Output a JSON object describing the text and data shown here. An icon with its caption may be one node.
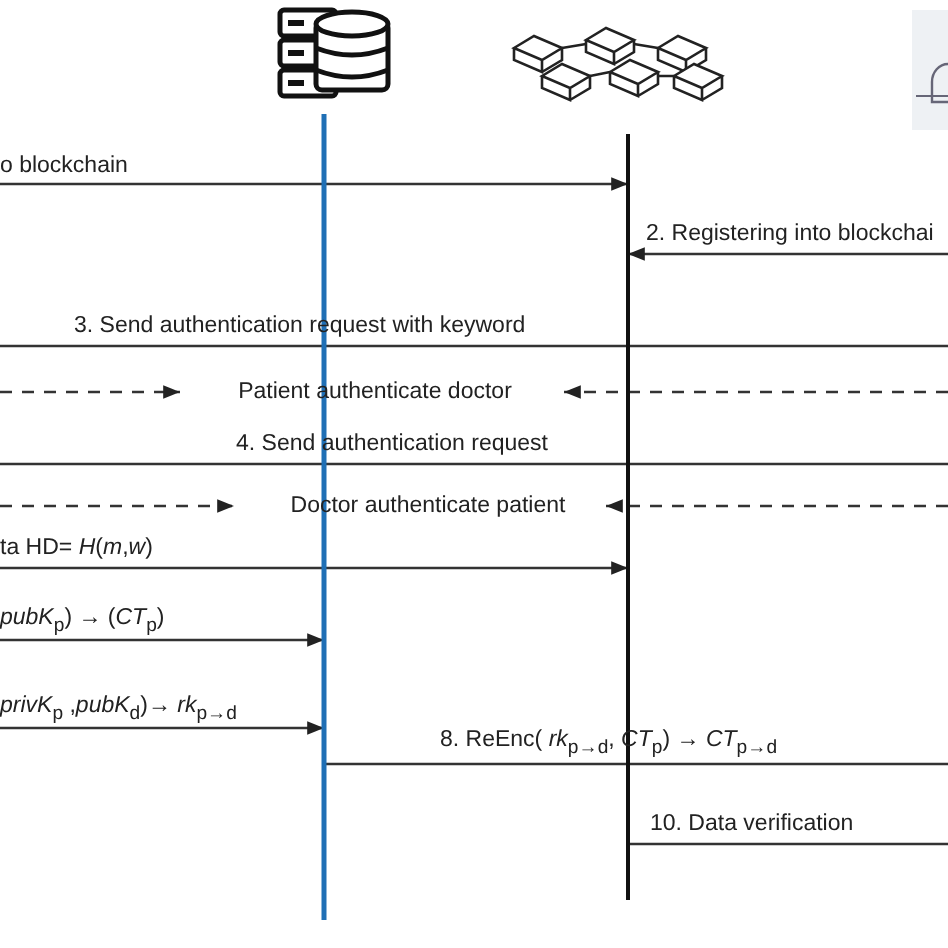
{
  "diagram": {
    "nodes": [
      {
        "text": [],
        "shape": "cylinder"
      },
      {
        "text": [],
        "shape": "box"
      },
      {
        "text": [],
        "shape": "box"
      },
      {
        "text": [
          "Patient authenticate doctor"
        ]
      },
      {
        "text": [
          "Doctor authenticate patient"
        ]
      }
    ],
    "edges": [
      {
        "from": null,
        "to": 1,
        "arrow": "to",
        "label": "o blockchain"
      },
      {
        "from": null,
        "to": 1,
        "arrow": "to",
        "label": "2. Registering into blockchai"
      },
      {
        "from": null,
        "to": 3,
        "arrow": "to",
        "style": "dashed"
      },
      {
        "from": null,
        "to": 3,
        "arrow": "to",
        "style": "dashed"
      },
      {
        "from": null,
        "to": 4,
        "arrow": "to",
        "style": "dashed"
      },
      {
        "from": null,
        "to": 4,
        "arrow": "to",
        "style": "dashed"
      },
      {
        "from": null,
        "to": 1,
        "arrow": "to",
        "label": "ta HD= *H*(*m*,*w*)"
      },
      {
        "from": null,
        "to": 0,
        "arrow": "to",
        "label": "*pubK*$_{p}$) → (*CT*$_{p}$)"
      },
      {
        "from": null,
        "to": 0,
        "arrow": "to",
        "label": "*privK*$_{p}$ ,*pubK*$_{d}$)→ *rk*$_{p→d}$"
      },
      {
        "from": 0,
        "to": null,
        "arrow": "none",
        "label": "8. ReEnc( *rk*$_{p→d}$, *CT*$_{p}$) → *CT*$_{p→d}$"
      },
      {
        "from": 1,
        "to": null,
        "arrow": "none",
        "label": "10. Data verification"
      }
    ],
    "labels": [
      "3. Send authentication request with keyword",
      "4. Send authentication request"
    ]
  }
}
